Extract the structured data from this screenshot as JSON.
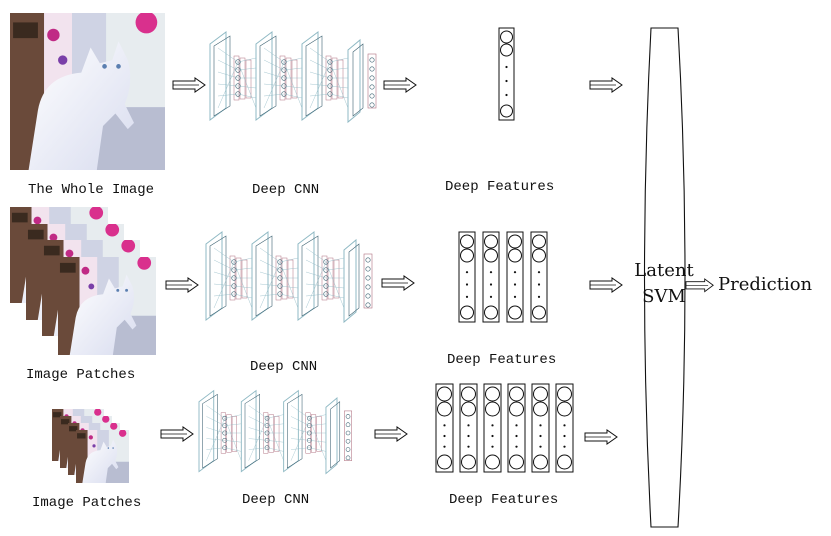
{
  "rows": [
    {
      "input_label": "The Whole Image",
      "cnn_label": "Deep CNN",
      "features_label": "Deep Features",
      "feature_columns": 1
    },
    {
      "input_label": "Image Patches",
      "cnn_label": "Deep CNN",
      "features_label": "Deep Features",
      "feature_columns": 4
    },
    {
      "input_label": "Image Patches",
      "cnn_label": "Deep CNN",
      "features_label": "Deep Features",
      "feature_columns": 6
    }
  ],
  "classifier": {
    "line1": "Latent",
    "line2": "SVM"
  },
  "output_label": "Prediction",
  "colors": {
    "ink": "#111111",
    "cnn_line": "#8fb9c4",
    "cnn_dark": "#3a6070",
    "cat": "#eef0fa",
    "curtain_pink": "#d9308d"
  }
}
